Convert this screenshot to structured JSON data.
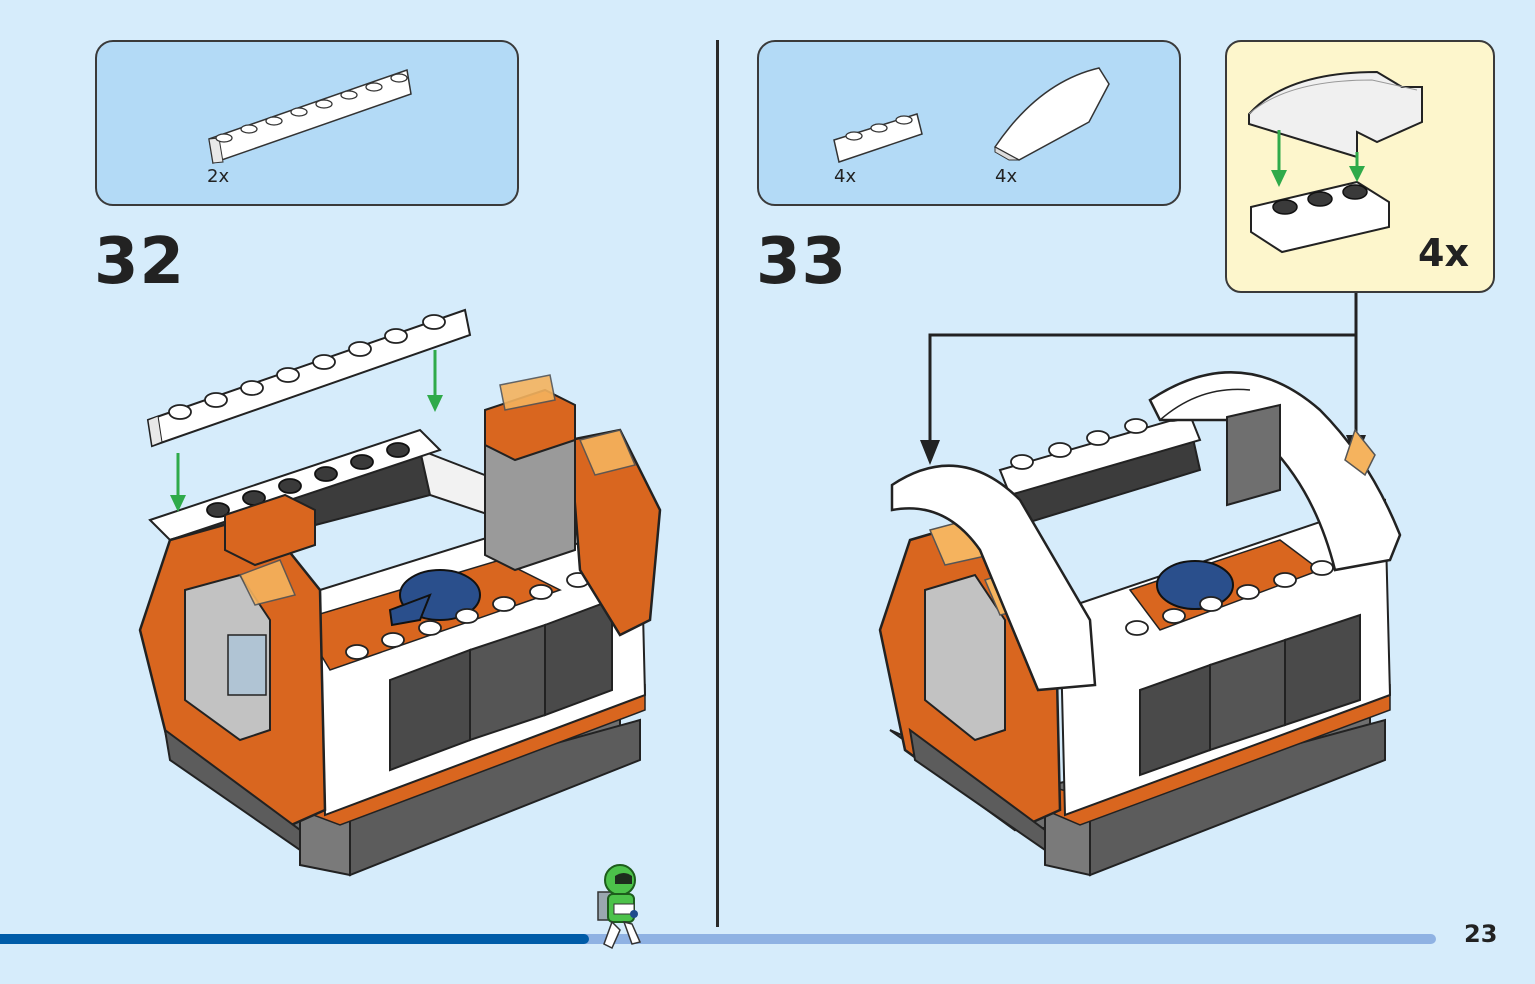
{
  "step32": {
    "number": "32",
    "parts": [
      {
        "quantity": "2x",
        "part": "plate-1x8-white"
      }
    ]
  },
  "step33": {
    "number": "33",
    "parts": [
      {
        "quantity": "4x",
        "part": "plate-1x3-white"
      },
      {
        "quantity": "4x",
        "part": "curved-slope-white"
      }
    ],
    "callout": {
      "quantity": "4x"
    }
  },
  "page": {
    "number": "23",
    "progress": 0.41
  },
  "colors": {
    "background": "#d6ecfb",
    "parts_box": "#b3daf6",
    "callout_box": "#fdf6cc",
    "progress_fill": "#005ca8",
    "progress_track": "#8fb2e3",
    "arrow_green": "#2faa4a",
    "orange": "#d9661f",
    "white_brick": "#ffffff",
    "grey": "#6f6f6f"
  }
}
